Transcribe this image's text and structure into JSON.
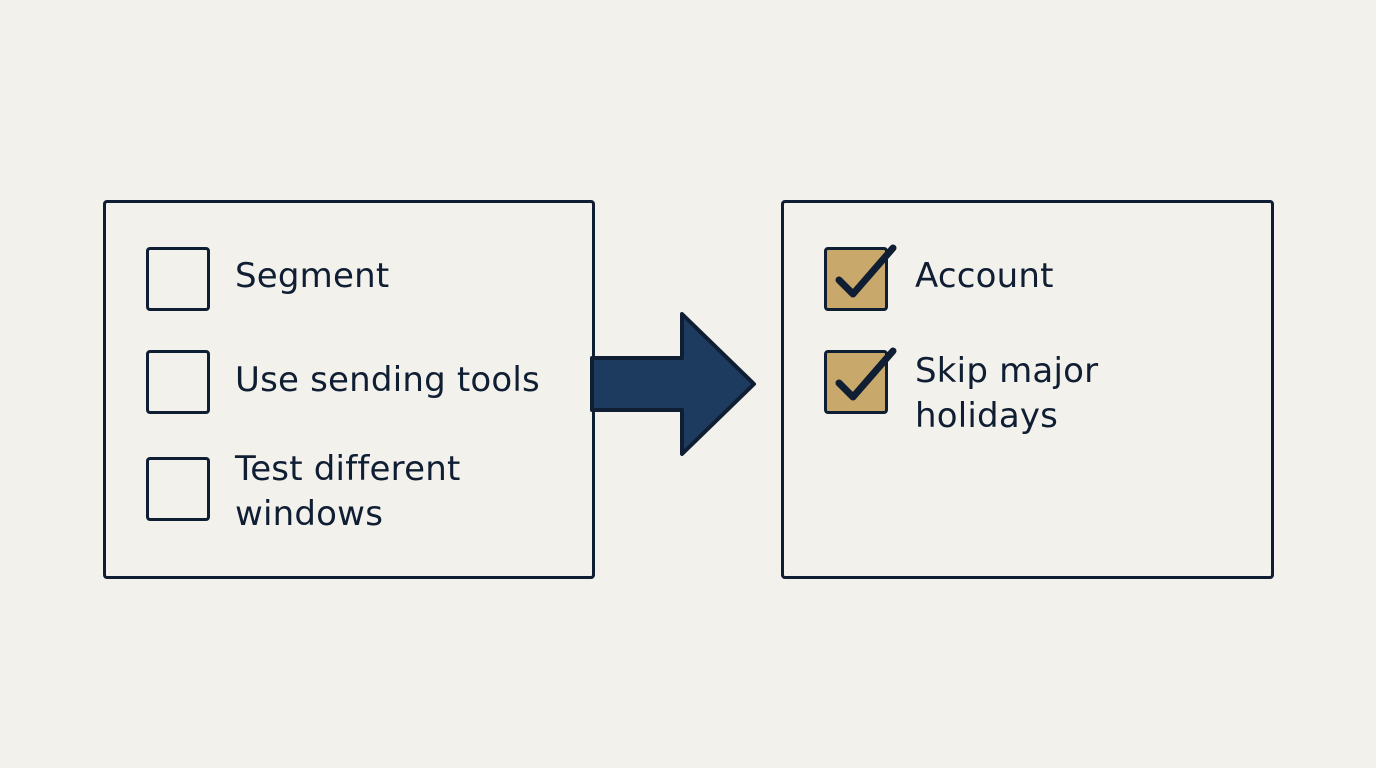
{
  "colors": {
    "background": "#f3f1ec",
    "ink": "#0f1e33",
    "arrow_fill": "#1d3a5f",
    "checked_fill": "#c9a96b"
  },
  "left_panel": {
    "items": [
      {
        "label": "Segment",
        "checked": false
      },
      {
        "label": "Use sending tools",
        "checked": false
      },
      {
        "label": "Test different\nwindows",
        "checked": false
      }
    ]
  },
  "right_panel": {
    "items": [
      {
        "label": "Account",
        "checked": true,
        "icon": "checkmark-icon"
      },
      {
        "label": "Skip major\nholidays",
        "checked": true,
        "icon": "checkmark-icon"
      }
    ]
  },
  "connector": {
    "icon": "arrow-right-icon"
  }
}
